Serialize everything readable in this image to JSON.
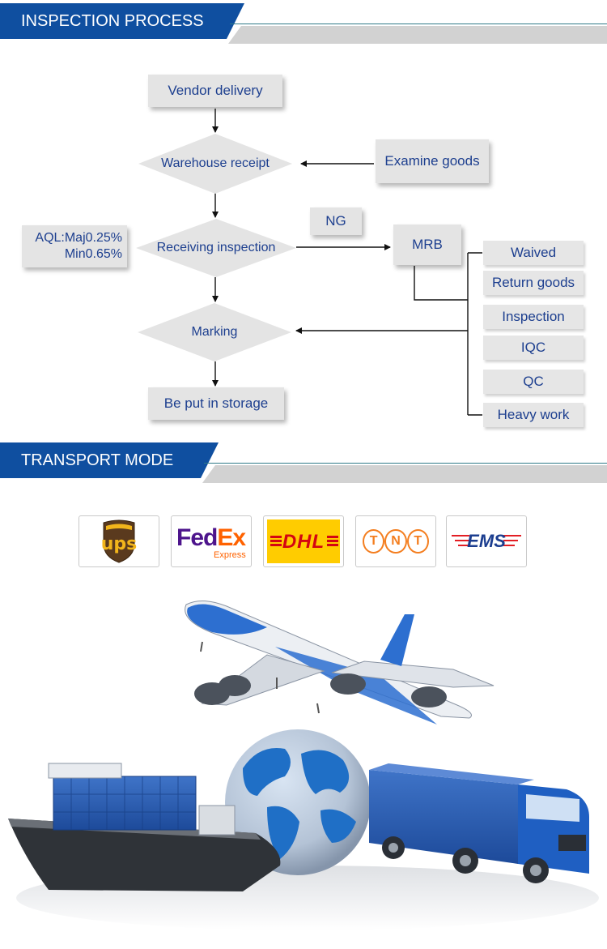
{
  "sections": {
    "inspection_title": "INSPECTION PROCESS",
    "transport_title": "TRANSPORT MODE"
  },
  "flow": {
    "vendor_delivery": "Vendor delivery",
    "warehouse_receipt": "Warehouse receipt",
    "examine_goods": "Examine goods",
    "receiving_inspection": "Receiving inspection",
    "ng": "NG",
    "mrb": "MRB",
    "aql_line1": "AQL:Maj0.25%",
    "aql_line2": "Min0.65%",
    "marking": "Marking",
    "storage": "Be put in storage",
    "outcomes": [
      "Waived",
      "Return goods",
      "Inspection",
      "IQC",
      "QC",
      "Heavy work"
    ]
  },
  "carriers": {
    "ups": "ups",
    "fedex_fed": "Fed",
    "fedex_ex": "Ex",
    "fedex_express": "Express",
    "dhl": "DHL",
    "tnt_letters": [
      "T",
      "N",
      "T"
    ],
    "ems": "EMS"
  },
  "colors": {
    "banner_blue": "#0f4fa0",
    "flow_text": "#1d3f8f",
    "box_gray": "#e4e4e4",
    "ups_brown": "#5a3a1e",
    "ups_gold": "#f2b51b",
    "fedex_purple": "#4d148c",
    "fedex_orange": "#ff6200",
    "dhl_red": "#d40511",
    "dhl_yellow": "#ffcc00",
    "tnt_orange": "#f47e1f",
    "ems_blue": "#1b3d8f",
    "ems_red": "#e31e24"
  }
}
